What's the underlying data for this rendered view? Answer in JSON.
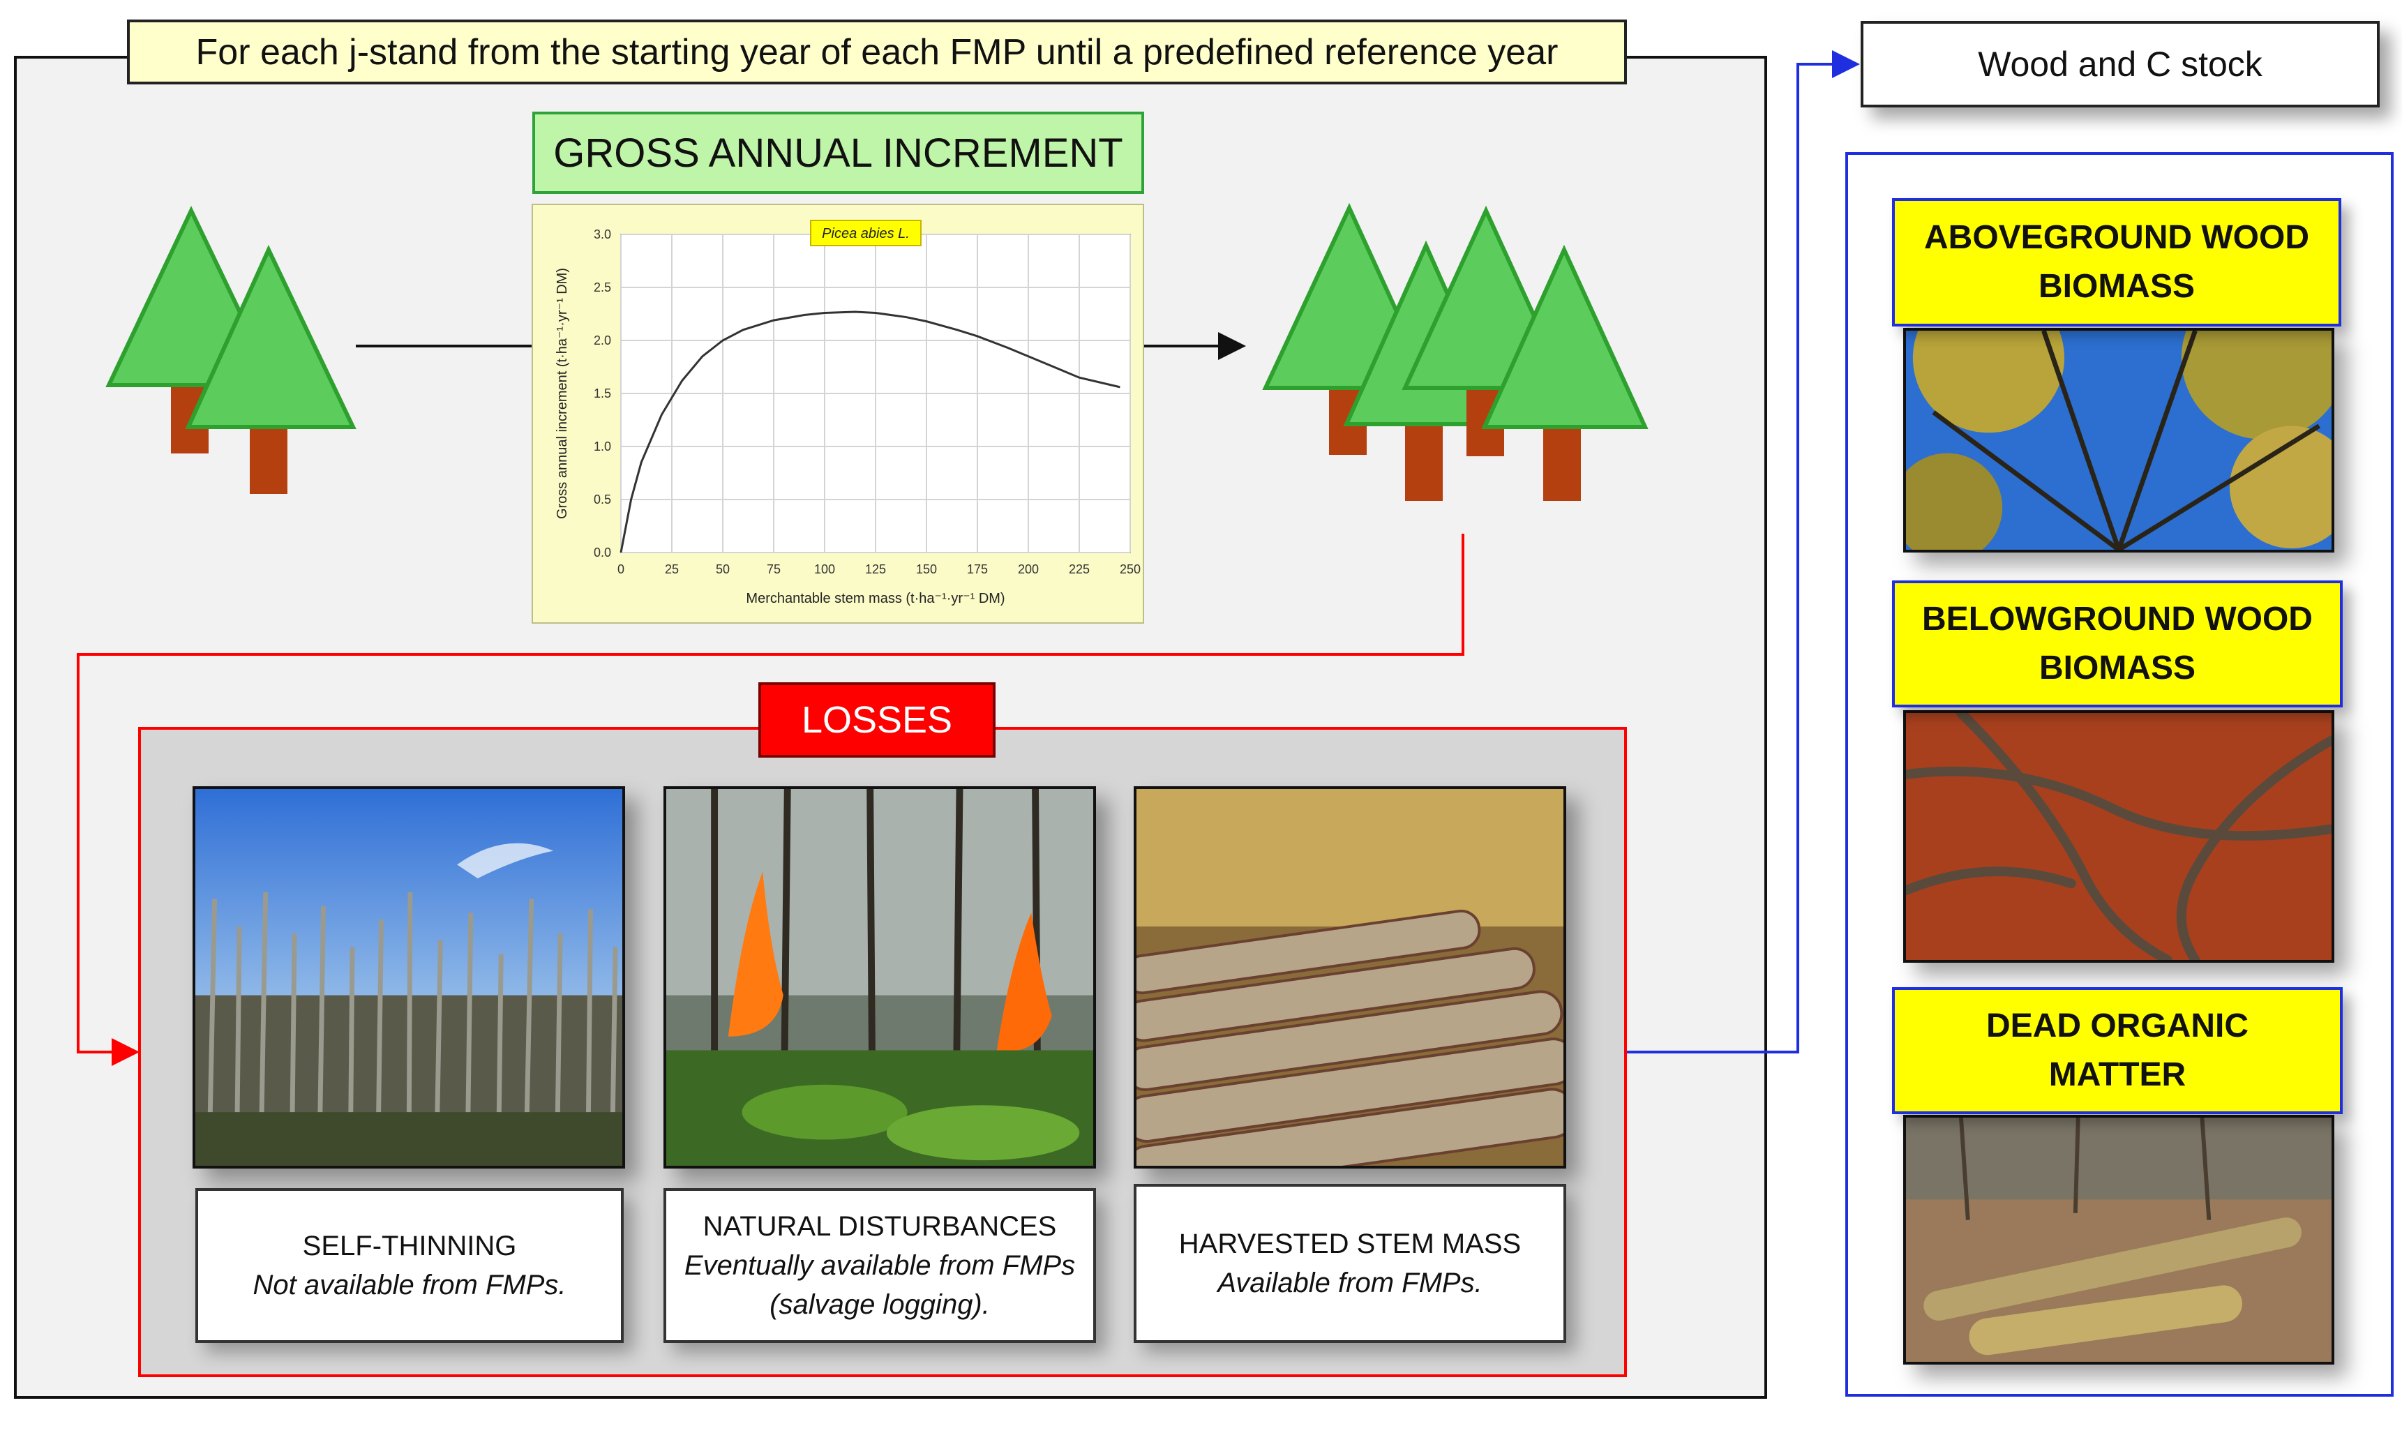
{
  "header": {
    "title": "For each j-stand from the starting year of each FMP until a predefined reference year"
  },
  "gross_increment": {
    "title": "GROSS ANNUAL INCREMENT",
    "species_label": "Picea abies L.",
    "xlabel": "Merchantable stem mass (t·ha⁻¹·yr⁻¹ DM)",
    "ylabel": "Gross annual increment (t·ha⁻¹·yr⁻¹ DM)"
  },
  "chart_data": {
    "type": "line",
    "xlim": [
      0,
      250
    ],
    "ylim": [
      0,
      3.0
    ],
    "x_ticks": [
      "0",
      "25",
      "50",
      "75",
      "100",
      "125",
      "150",
      "175",
      "200",
      "225",
      "250"
    ],
    "y_ticks": [
      "0.0",
      "0.5",
      "1.0",
      "1.5",
      "2.0",
      "2.5",
      "3.0"
    ],
    "grid": true,
    "series": [
      {
        "x": [
          0,
          5,
          10,
          20,
          30,
          40,
          50,
          60,
          75,
          90,
          100,
          115,
          125,
          140,
          150,
          165,
          175,
          190,
          200,
          215,
          225,
          245
        ],
        "values": [
          0.0,
          0.5,
          0.85,
          1.3,
          1.62,
          1.85,
          2.0,
          2.1,
          2.19,
          2.24,
          2.26,
          2.27,
          2.26,
          2.22,
          2.18,
          2.1,
          2.04,
          1.93,
          1.85,
          1.73,
          1.65,
          1.56
        ]
      }
    ]
  },
  "losses": {
    "title": "LOSSES",
    "items": [
      {
        "title": "SELF-THINNING",
        "note": "Not available from FMPs."
      },
      {
        "title": "NATURAL DISTURBANCES",
        "note": "Eventually available from FMPs (salvage logging)."
      },
      {
        "title": "HARVESTED STEM MASS",
        "note": "Available from FMPs."
      }
    ]
  },
  "stock": {
    "title": "Wood and C stock",
    "pools": [
      {
        "line1": "ABOVEGROUND WOOD",
        "line2": "BIOMASS"
      },
      {
        "line1": "BELOWGROUND WOOD",
        "line2": "BIOMASS"
      },
      {
        "line1": "DEAD ORGANIC",
        "line2": "MATTER"
      }
    ]
  },
  "colors": {
    "tree_green": "#5ccc5c",
    "tree_outline": "#2ea02e",
    "trunk": "#b5400f",
    "losses_red": "#ff0000",
    "stock_blue": "#1f2fe0",
    "pool_yellow": "#ffff00"
  }
}
